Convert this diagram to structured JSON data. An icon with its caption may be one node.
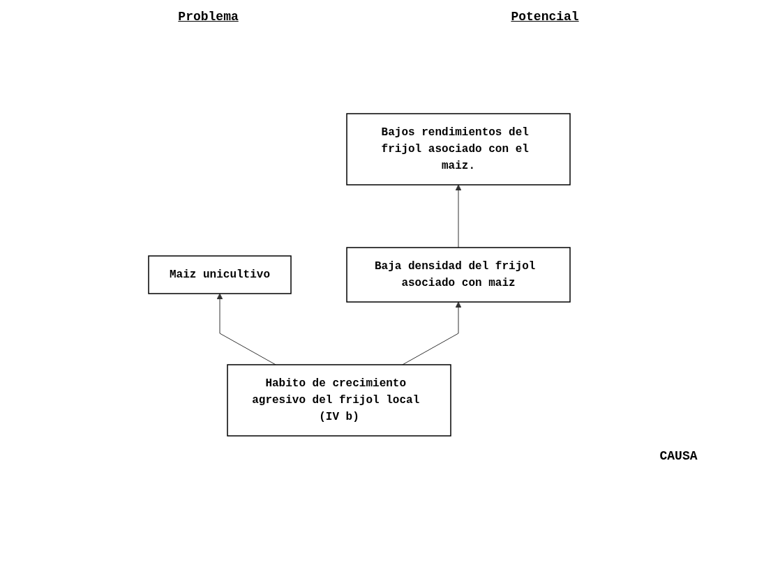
{
  "diagram": {
    "nodes": [
      {
        "text": [
          "Bajos rendimientos del frijol asociado con el maiz."
        ]
      },
      {
        "text": [
          "Maiz unicultivo"
        ]
      },
      {
        "text": [
          "Baja densidad del frijol asociado con maiz"
        ]
      },
      {
        "text": [
          "Habito de crecimiento agresivo del frijol local (IV b)"
        ]
      }
    ],
    "edges": [
      {
        "from": 2,
        "to": 0,
        "arrow": "to"
      },
      {
        "from": 3,
        "to": 2,
        "arrow": "to"
      },
      {
        "from": 3,
        "to": 1,
        "arrow": "to"
      }
    ],
    "labels": [
      "Problema",
      "Potencial",
      "CAUSA"
    ]
  }
}
